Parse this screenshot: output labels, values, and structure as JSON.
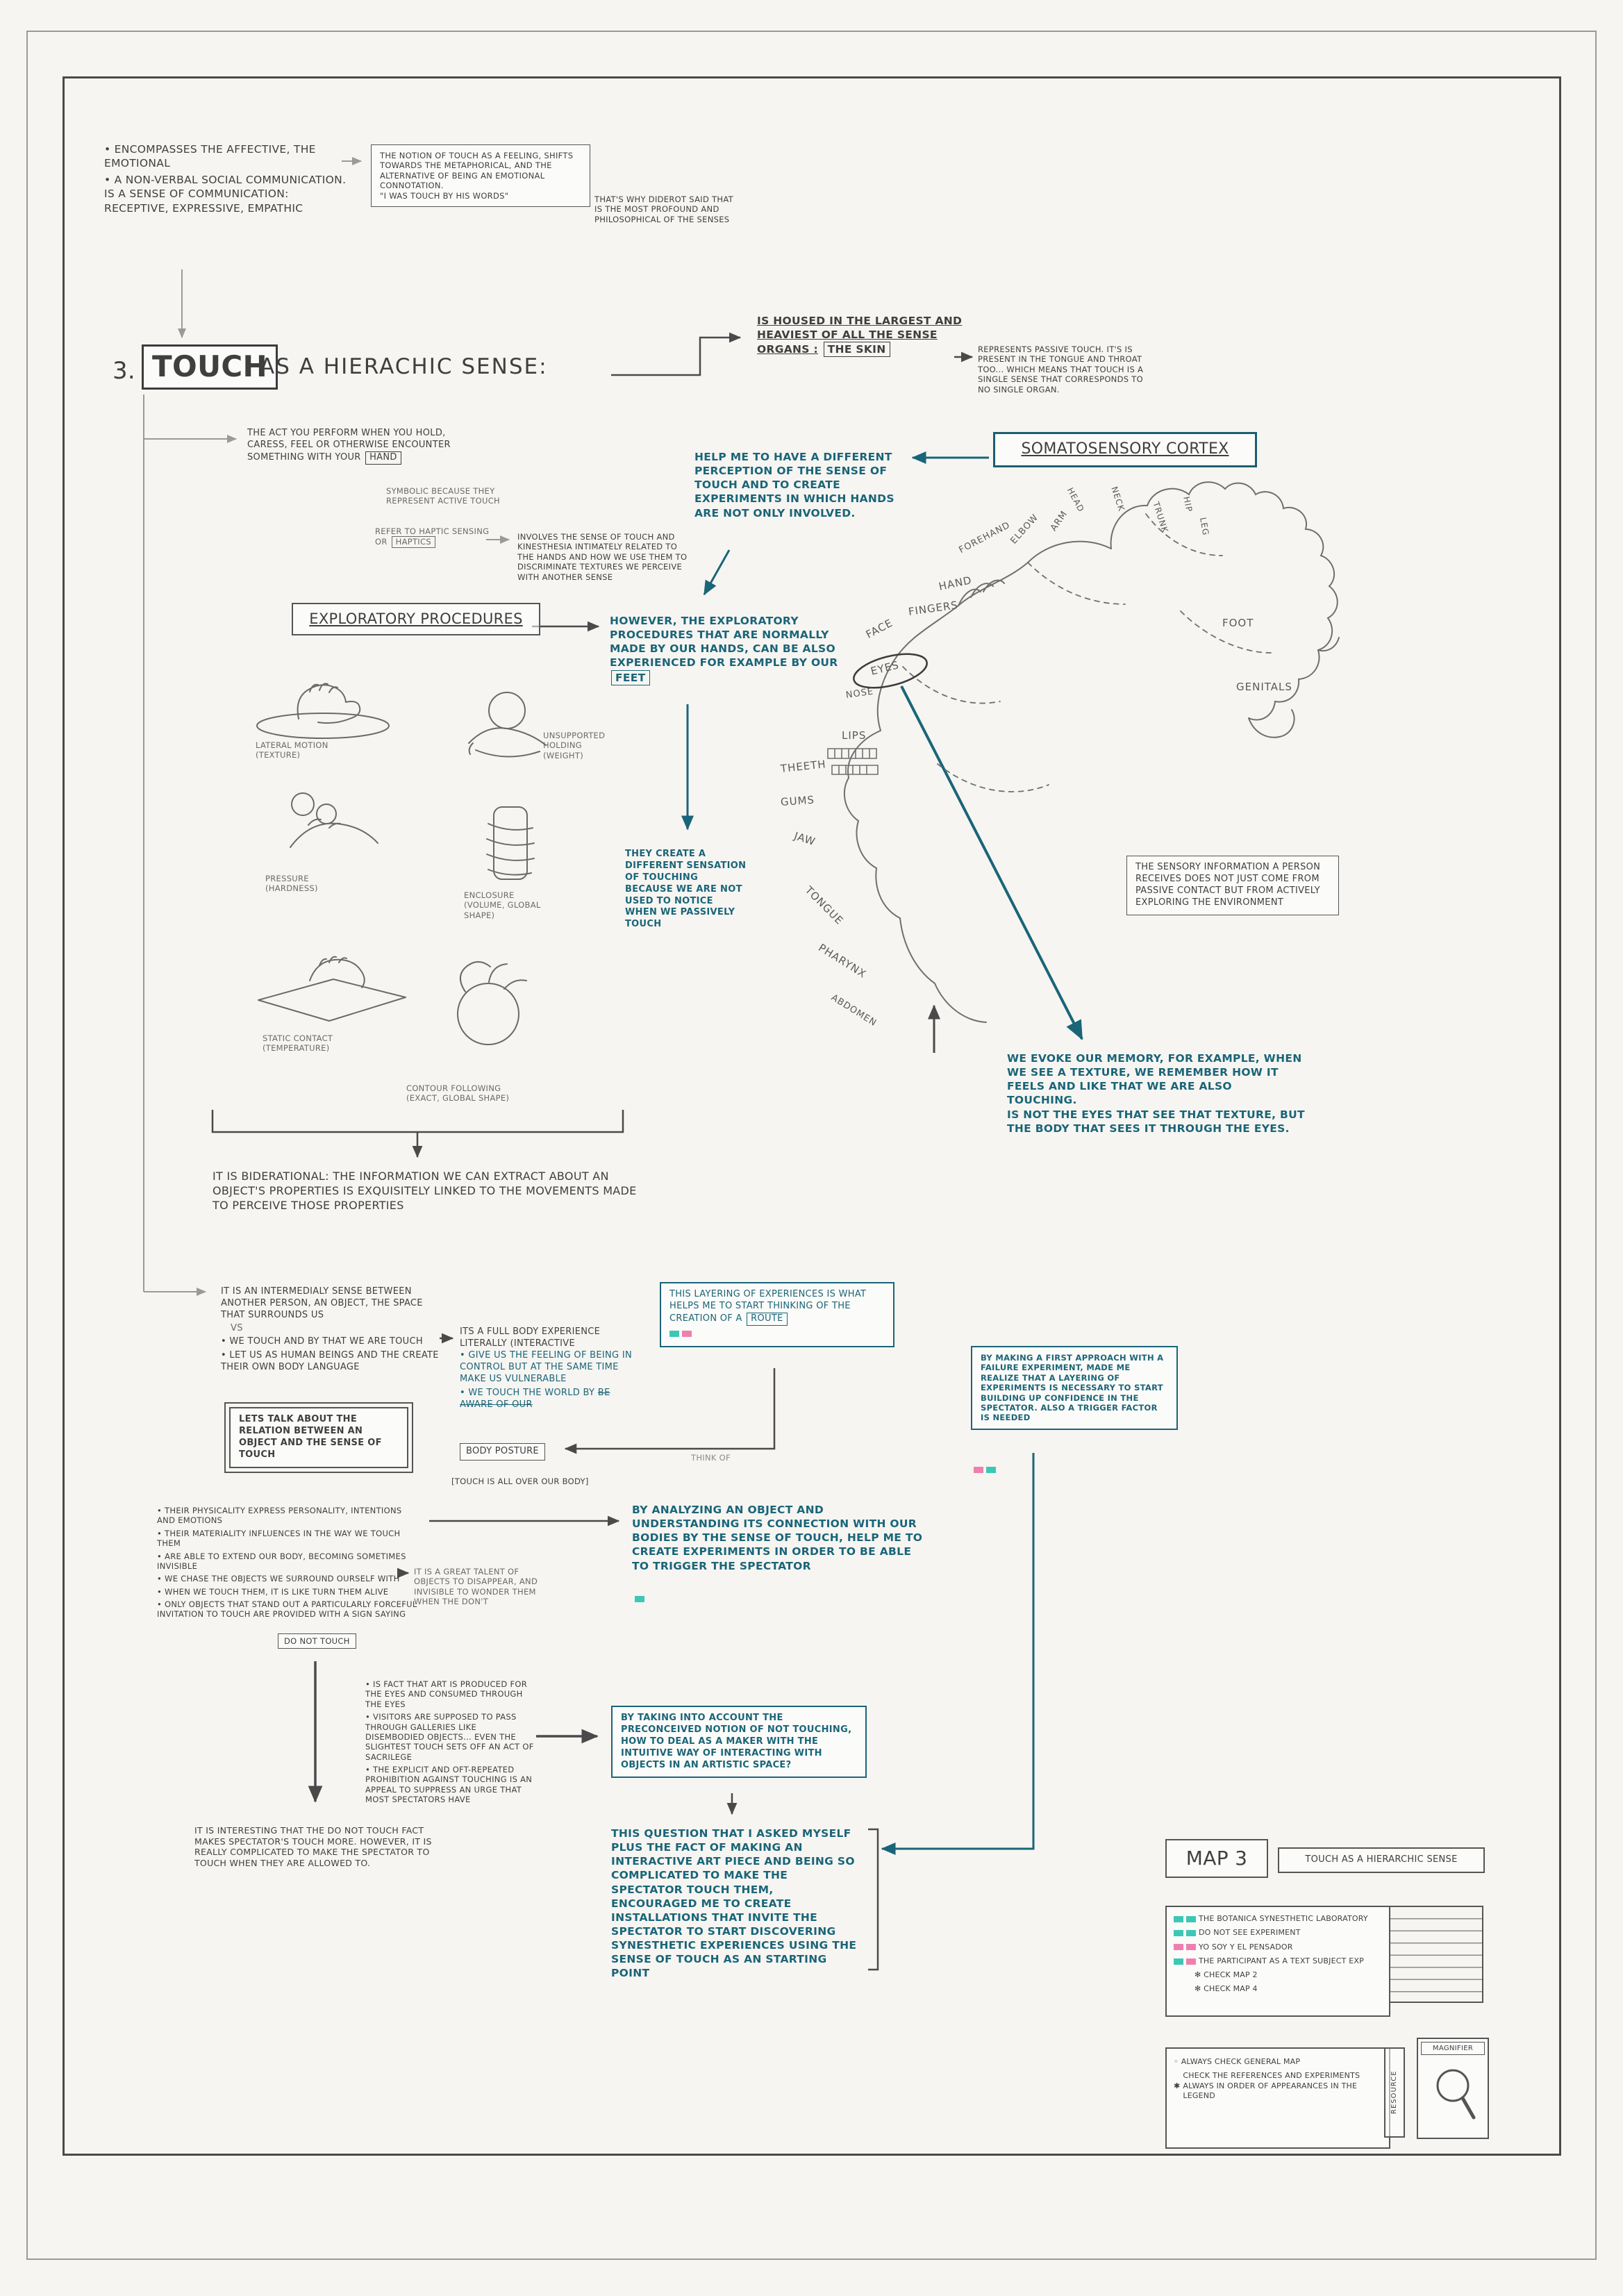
{
  "colors": {
    "ink": "#3f3f3f",
    "teal_ink": "#1a6578",
    "frame": "#4a4a4a",
    "teal_mark": "#3cc8b4",
    "pink_mark": "#f07fae"
  },
  "header": {
    "bullets": [
      "ENCOMPASSES THE AFFECTIVE, THE EMOTIONAL",
      "A NON-VERBAL SOCIAL COMMUNICATION. IS A SENSE OF COMMUNICATION: RECEPTIVE, EXPRESSIVE, EMPATHIC"
    ],
    "notion": "THE NOTION OF TOUCH AS A FEELING, SHIFTS TOWARDS THE METAPHORICAL, AND THE ALTERNATIVE OF BEING AN EMOTIONAL CONNOTATION.\n\"I WAS TOUCH BY HIS WORDS\"",
    "diderot": "THAT'S WHY DIDEROT SAID THAT IS THE MOST PROFOUND AND PHILOSOPHICAL OF THE SENSES"
  },
  "title": {
    "number": "3.",
    "word": "TOUCH",
    "rest": "AS A HIERACHIC SENSE:"
  },
  "act": {
    "text": "THE ACT YOU PERFORM WHEN YOU HOLD, CARESS, FEEL OR OTHERWISE ENCOUNTER SOMETHING WITH YOUR",
    "hand": "HAND",
    "symbolic": "SYMBOLIC BECAUSE THEY REPRESENT ACTIVE TOUCH",
    "haptic": "REFER TO HAPTIC SENSING OR",
    "haptics": "HAPTICS",
    "involves": "INVOLVES THE SENSE OF TOUCH AND KINESTHESIA INTIMATELY RELATED TO THE HANDS AND HOW WE USE THEM TO DISCRIMINATE TEXTURES WE PERCEIVE WITH ANOTHER SENSE"
  },
  "skin": {
    "text": "IS HOUSED IN THE LARGEST AND HEAVIEST OF ALL THE SENSE ORGANS :",
    "organ": "THE SKIN",
    "passive": "REPRESENTS PASSIVE TOUCH. IT'S IS PRESENT IN THE TONGUE AND THROAT TOO... WHICH MEANS THAT TOUCH IS A SINGLE SENSE THAT CORRESPONDS TO NO SINGLE ORGAN."
  },
  "cortex": {
    "label": "SOMATOSENSORY CORTEX",
    "help": "HELP ME TO HAVE A DIFFERENT PERCEPTION OF THE SENSE OF TOUCH AND TO CREATE EXPERIMENTS IN WHICH HANDS ARE NOT ONLY INVOLVED."
  },
  "exploratory": {
    "label": "EXPLORATORY PROCEDURES",
    "however": "HOWEVER, THE EXPLORATORY PROCEDURES THAT ARE NORMALLY MADE BY OUR HANDS, CAN BE ALSO EXPERIENCED FOR EXAMPLE BY OUR",
    "feet": "FEET",
    "they_create": "THEY CREATE A DIFFERENT SENSATION OF TOUCHING BECAUSE WE ARE NOT USED TO NOTICE WHEN WE PASSIVELY TOUCH",
    "sketches": [
      "LATERAL MOTION (TEXTURE)",
      "UNSUPPORTED HOLDING (WEIGHT)",
      "PRESSURE (HARDNESS)",
      "ENCLOSURE (VOLUME, GLOBAL SHAPE)",
      "STATIC CONTACT (TEMPERATURE)",
      "CONTOUR FOLLOWING (EXACT, GLOBAL SHAPE)"
    ]
  },
  "homunculus": {
    "labels": [
      "HEAD",
      "NECK",
      "TRUNK",
      "HIP",
      "LEG",
      "ARM",
      "ELBOW",
      "FOREHAND",
      "HAND",
      "FINGERS",
      "FACE",
      "EYES",
      "NOSE",
      "LIPS",
      "THEETH",
      "GUMS",
      "JAW",
      "TONGUE",
      "PHARYNX",
      "ABDOMEN",
      "FOOT",
      "GENITALS"
    ]
  },
  "sensory": "THE SENSORY INFORMATION A PERSON RECEIVES DOES NOT JUST COME FROM PASSIVE CONTACT BUT FROM ACTIVELY EXPLORING THE ENVIRONMENT",
  "evoke": "WE EVOKE OUR MEMORY, FOR EXAMPLE, WHEN WE SEE A TEXTURE, WE REMEMBER HOW IT FEELS AND LIKE THAT WE ARE ALSO TOUCHING.\nIS NOT THE EYES THAT SEE THAT TEXTURE, BUT THE BODY THAT SEES IT THROUGH THE EYES.",
  "biderational": "IT IS BIDERATIONAL: THE INFORMATION WE CAN EXTRACT ABOUT AN OBJECT'S PROPERTIES IS EXQUISITELY LINKED TO THE MOVEMENTS MADE TO PERCEIVE THOSE PROPERTIES",
  "intermedialy": {
    "heading": "IT IS AN INTERMEDIALY SENSE BETWEEN ANOTHER PERSON, AN OBJECT, THE SPACE THAT SURROUNDS US",
    "vs": "VS",
    "bullets": [
      "WE TOUCH AND BY THAT WE ARE TOUCH",
      "LET US AS HUMAN BEINGS AND THE CREATE THEIR OWN BODY LANGUAGE"
    ]
  },
  "full_body": {
    "heading": "ITS A FULL BODY EXPERIENCE LITERALLY (INTERACTIVE",
    "bullet1": "GIVE US THE FEELING OF BEING IN CONTROL BUT AT THE SAME TIME MAKE US VULNERABLE",
    "bullet2_pre": "WE TOUCH THE WORLD BY",
    "bullet2_struck": "BE AWARE OF OUR",
    "posture": "BODY POSTURE",
    "think_of": "THINK OF",
    "bracket_note": "[TOUCH IS ALL OVER OUR BODY]"
  },
  "layering": {
    "text": "THIS LAYERING OF EXPERIENCES IS WHAT HELPS ME TO START THINKING OF THE CREATION OF A",
    "route": "ROUTE"
  },
  "approach": "BY MAKING A FIRST APPROACH WITH A FAILURE EXPERIMENT, MADE ME REALIZE THAT A LAYERING OF EXPERIMENTS IS NECESSARY TO START BUILDING UP CONFIDENCE IN THE SPECTATOR. ALSO A TRIGGER FACTOR IS NEEDED",
  "relation": "LETS TALK ABOUT THE RELATION BETWEEN AN OBJECT AND THE SENSE OF TOUCH",
  "objects": {
    "bullets": [
      "THEIR PHYSICALITY EXPRESS PERSONALITY, INTENTIONS AND EMOTIONS",
      "THEIR MATERIALITY INFLUENCES IN THE WAY WE TOUCH THEM",
      "ARE ABLE TO EXTEND OUR BODY, BECOMING SOMETIMES INVISIBLE",
      "WE CHASE THE OBJECTS WE SURROUND OURSELF WITH",
      "WHEN WE TOUCH THEM, IT IS LIKE TURN THEM ALIVE",
      "ONLY OBJECTS THAT STAND OUT A PARTICULARLY FORCEFUL INVITATION TO TOUCH ARE PROVIDED WITH A SIGN SAYING"
    ],
    "do_not_touch": "DO NOT TOUCH",
    "talent": "IT IS A GREAT TALENT OF OBJECTS TO DISAPPEAR, AND INVISIBLE TO WONDER THEM WHEN THE DON'T"
  },
  "analyzing": "BY ANALYZING AN OBJECT AND UNDERSTANDING ITS CONNECTION WITH OUR BODIES BY THE SENSE OF TOUCH, HELP ME TO CREATE EXPERIMENTS IN ORDER TO BE ABLE TO TRIGGER THE SPECTATOR",
  "art": {
    "bullets": [
      "IS FACT THAT ART IS PRODUCED FOR THE EYES AND CONSUMED THROUGH THE EYES",
      "VISITORS ARE SUPPOSED TO PASS THROUGH GALLERIES LIKE DISEMBODIED OBJECTS... EVEN THE SLIGHTEST TOUCH SETS OFF AN ACT OF SACRILEGE",
      "THE EXPLICIT AND OFT-REPEATED PROHIBITION AGAINST TOUCHING IS AN APPEAL TO SUPPRESS AN URGE THAT MOST SPECTATORS HAVE"
    ]
  },
  "preconceived": "BY TAKING INTO ACCOUNT THE PRECONCEIVED NOTION OF NOT TOUCHING, HOW TO DEAL AS A MAKER WITH THE INTUITIVE WAY OF INTERACTING WITH OBJECTS IN AN ARTISTIC SPACE?",
  "interesting": "IT IS INTERESTING THAT THE DO NOT TOUCH FACT MAKES SPECTATOR'S TOUCH MORE. HOWEVER, IT IS REALLY COMPLICATED TO MAKE THE SPECTATOR TO TOUCH WHEN THEY ARE ALLOWED TO.",
  "question": "THIS QUESTION THAT I ASKED MYSELF PLUS THE FACT OF MAKING AN INTERACTIVE ART PIECE AND BEING SO COMPLICATED TO MAKE THE SPECTATOR TOUCH THEM, ENCOURAGED ME TO CREATE INSTALLATIONS THAT INVITE THE SPECTATOR TO START DISCOVERING SYNESTHETIC EXPERIENCES USING THE SENSE OF TOUCH AS AN STARTING POINT",
  "legend": {
    "map_label": "MAP 3",
    "map_title": "TOUCH AS A HIERARCHIC SENSE",
    "items": [
      {
        "label": "THE BOTANICA SYNESTHETIC LABORATORY"
      },
      {
        "label": "DO NOT SEE EXPERIMENT"
      },
      {
        "label": "YO SOY Y EL PENSADOR"
      },
      {
        "label": "THE PARTICIPANT AS A TEXT SUBJECT EXP"
      }
    ],
    "sub_items": [
      "✻ CHECK MAP 2",
      "✻ CHECK MAP 4"
    ],
    "notes": [
      "ALWAYS CHECK GENERAL MAP",
      "CHECK THE REFERENCES AND EXPERIMENTS ALWAYS IN ORDER OF APPEARANCES IN THE LEGEND"
    ],
    "resource": "RESOURCE",
    "magnifier": "MAGNIFIER"
  }
}
